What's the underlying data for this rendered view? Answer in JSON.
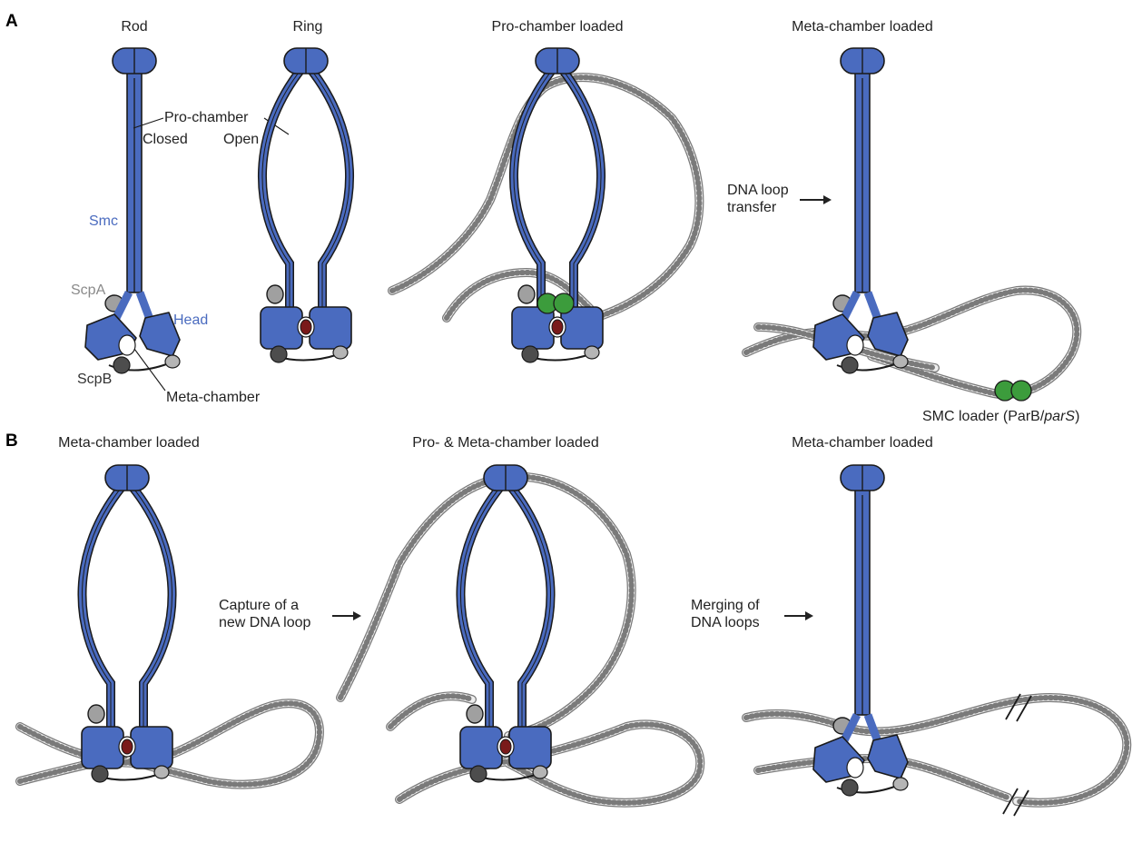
{
  "panels": {
    "a": {
      "letter": "A",
      "titles": [
        "Rod",
        "Ring",
        "Pro-chamber loaded",
        "Meta-chamber loaded"
      ],
      "labels": {
        "pro_chamber": "Pro-chamber",
        "closed": "Closed",
        "open": "Open",
        "smc": "Smc",
        "scpa": "ScpA",
        "head": "Head",
        "scpb": "ScpB",
        "meta_chamber": "Meta-chamber",
        "dna_loop_transfer": "DNA loop\ntransfer",
        "smc_loader_prefix": "SMC loader (ParB/",
        "smc_loader_italic": "parS",
        "smc_loader_suffix": ")"
      }
    },
    "b": {
      "letter": "B",
      "titles": [
        "Meta-chamber loaded",
        "Pro- & Meta-chamber loaded",
        "Meta-chamber loaded"
      ],
      "labels": {
        "capture": "Capture of a\nnew DNA loop",
        "merging": "Merging of\nDNA loops"
      }
    }
  },
  "colors": {
    "smc_blue": "#4a6bbf",
    "outline": "#1a1a1a",
    "scpa_grey": "#a0a0a0",
    "scpb_dark": "#4d4d4d",
    "kleisin_grey": "#b5b5b5",
    "loader_green": "#3c9c3c",
    "dna_fill": "#eeeeee",
    "dna_edge": "#7a7a7a",
    "atp_red": "#7a1a1a",
    "smc_label_blue": "#4a6bbf",
    "scpa_label_grey": "#8a8a8a"
  }
}
